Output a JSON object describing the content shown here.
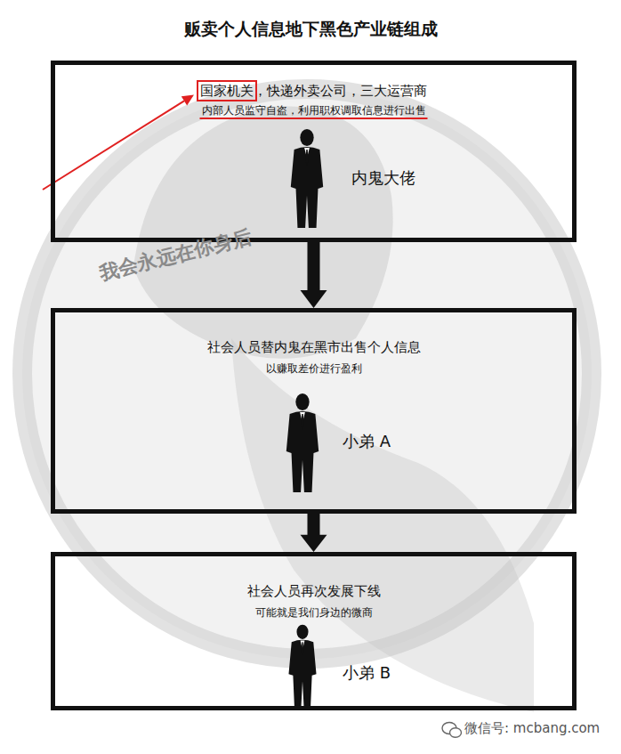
{
  "diagram": {
    "title": "贩卖个人信息地下黑色产业链组成",
    "nodes": [
      {
        "text": [
          "国家机关，快递外卖公司，三大运营商",
          "内部人员监守自盗，利用职权调取信息进行出售",
          "内鬼大佬"
        ]
      },
      {
        "text": [
          "社会人员替内鬼在黑市出售个人信息",
          "以赚取差价进行盈利",
          "小弟 A"
        ]
      },
      {
        "text": [
          "社会人员再次发展下线",
          "可能就是我们身边的微商",
          "小弟 B"
        ]
      }
    ],
    "edges": [
      {
        "from": 0,
        "to": 1,
        "arrow": "to"
      },
      {
        "from": 1,
        "to": 2,
        "arrow": "to"
      }
    ],
    "labels": [
      "我会永远在你身后",
      "微信号: mcbang.com"
    ]
  }
}
